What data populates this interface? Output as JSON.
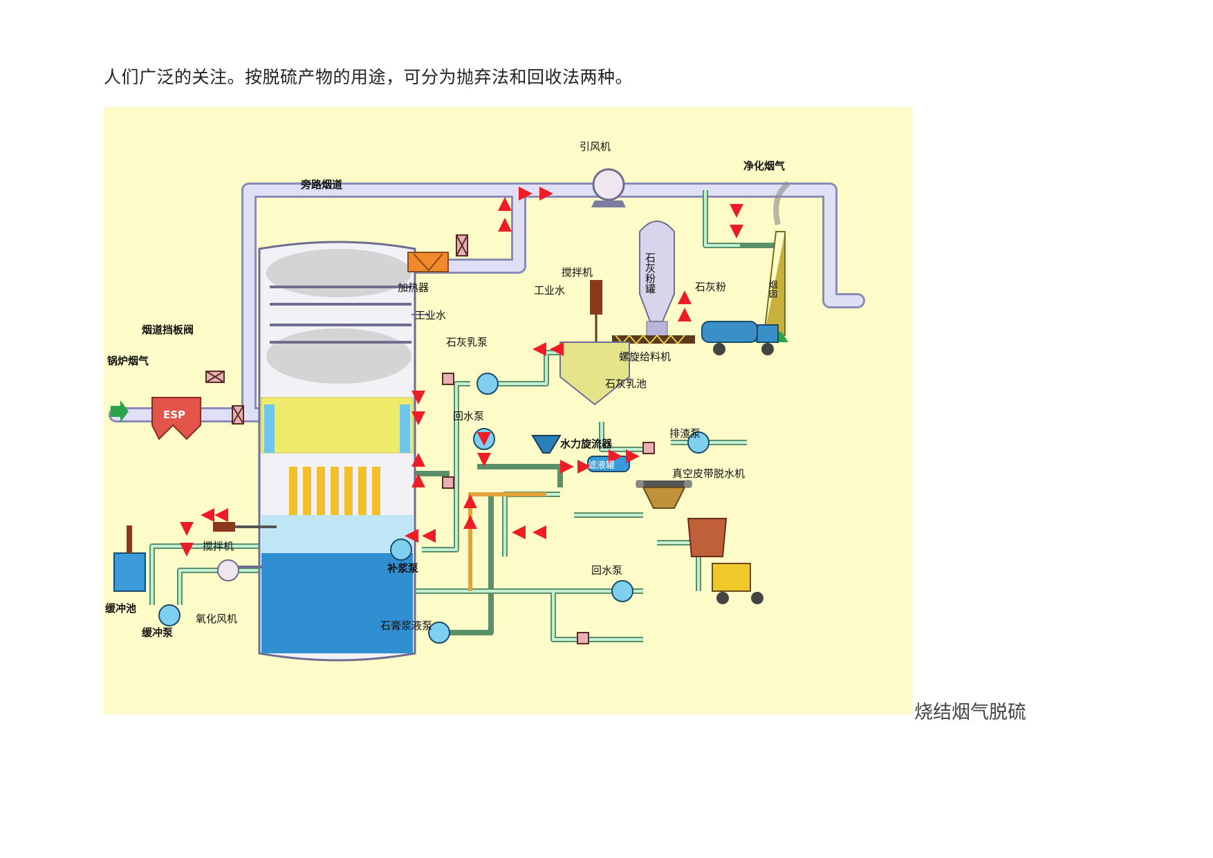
{
  "document": {
    "intro_text": "人们广泛的关注。按脱硫产物的用途，可分为抛弃法和回收法两种。",
    "caption": "烧结烟气脱硫"
  },
  "diagram": {
    "labels": {
      "induced_fan": "引风机",
      "clean_gas": "净化烟气",
      "bypass_duct": "旁路烟道",
      "heater": "加热器",
      "industrial_water_1": "工业水",
      "lime_silo": "石灰粉罐",
      "chimney": "烟囱",
      "damper": "烟道挡板阀",
      "boiler_gas": "锅炉烟气",
      "esp": "ESP",
      "agitator_1": "搅拌机",
      "industrial_water_2": "工业水",
      "lime_powder": "石灰粉",
      "lime_pump": "石灰乳泵",
      "screw_feeder": "螺旋给料机",
      "lime_tank": "石灰乳池",
      "return_pump_1": "回水泵",
      "slag_pump": "排渣泵",
      "hydrocyclone": "水力旋流器",
      "filtrate_tank": "滤液罐",
      "belt_filter": "真空皮带脱水机",
      "makeup_pump": "补浆泵",
      "agitator_2": "搅拌机",
      "return_pump_2": "回水泵",
      "buffer_tank": "缓冲池",
      "buffer_pump": "缓冲泵",
      "oxidation_fan": "氧化风机",
      "gypsum_pump": "石膏浆液泵"
    },
    "colors": {
      "background": "#fdfbc8",
      "pipe_gas": "#dcdcf0",
      "pipe_water": "#b7e8c8",
      "arrow": "#ee1c25",
      "slurry": "#3a9bd8"
    }
  }
}
